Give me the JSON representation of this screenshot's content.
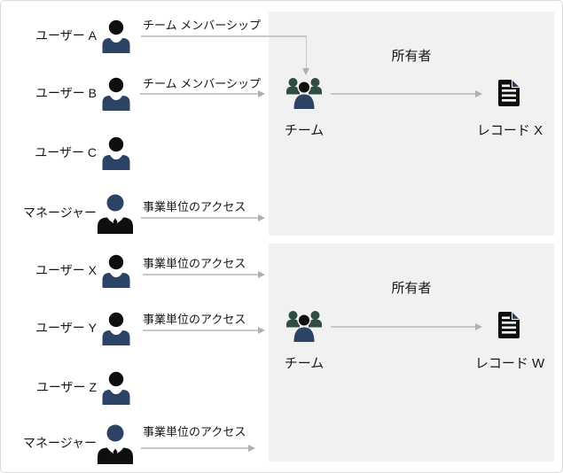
{
  "colors": {
    "navy": "#2d4365",
    "teal": "#2f4d44",
    "icon_black": "#0f0f0f",
    "box_bg": "#f1f1f1",
    "arrow_line": "#c8c8c8",
    "arrow_head": "#b0b0b0",
    "text": "#161616",
    "outer_border": "#d9d9d9"
  },
  "users": [
    {
      "name": "ユーザー A",
      "role": "user",
      "arrow_label": "チーム メンバーシップ"
    },
    {
      "name": "ユーザー B",
      "role": "user",
      "arrow_label": "チーム メンバーシップ"
    },
    {
      "name": "ユーザー C",
      "role": "user",
      "arrow_label": ""
    },
    {
      "name": "マネージャー",
      "role": "manager",
      "arrow_label": "事業単位のアクセス"
    },
    {
      "name": "ユーザー X",
      "role": "user",
      "arrow_label": "事業単位のアクセス"
    },
    {
      "name": "ユーザー Y",
      "role": "user",
      "arrow_label": "事業単位のアクセス"
    },
    {
      "name": "ユーザー Z",
      "role": "user",
      "arrow_label": ""
    },
    {
      "name": "マネージャー",
      "role": "manager",
      "arrow_label": "事業単位のアクセス"
    }
  ],
  "teams": [
    {
      "owner_label": "所有者",
      "team_label": "チーム",
      "record_label": "レコード X"
    },
    {
      "owner_label": "所有者",
      "team_label": "チーム",
      "record_label": "レコード W"
    }
  ]
}
